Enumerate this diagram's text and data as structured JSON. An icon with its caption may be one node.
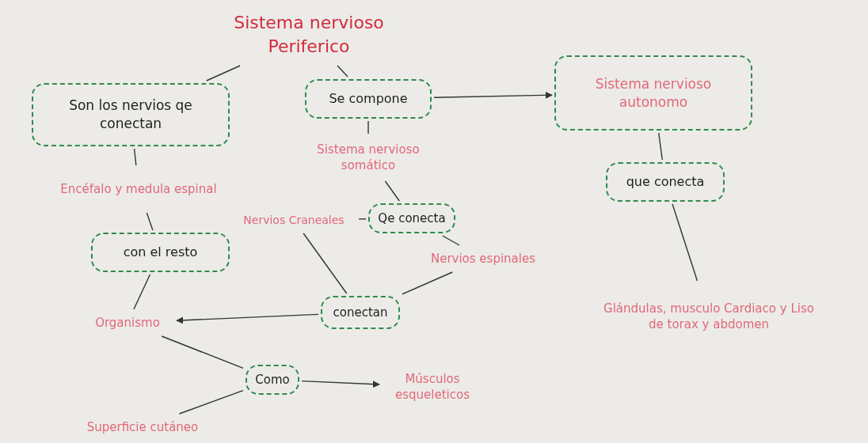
{
  "diagram": {
    "nodes": [
      {
        "text": [
          "Sistema nervioso Periferico"
        ]
      },
      {
        "text": [
          "Son los nervios qe conectan"
        ]
      },
      {
        "text": [
          "Se compone"
        ]
      },
      {
        "text": [
          "Sistema nervioso autonomo"
        ]
      },
      {
        "text": [
          "Encéfalo y medula espinal"
        ]
      },
      {
        "text": [
          "Sistema nervioso somático"
        ]
      },
      {
        "text": [
          "que conecta"
        ]
      },
      {
        "text": [
          "Nervios Craneales"
        ]
      },
      {
        "text": [
          "Qe conecta"
        ]
      },
      {
        "text": [
          "Nervios espinales"
        ]
      },
      {
        "text": [
          "con el resto"
        ]
      },
      {
        "text": [
          "Glándulas, musculo Cardiaco y Liso de torax y abdomen"
        ]
      },
      {
        "text": [
          "conectan"
        ]
      },
      {
        "text": [
          "Organismo"
        ]
      },
      {
        "text": [
          "Como"
        ]
      },
      {
        "text": [
          "Músculos esqueleticos"
        ]
      },
      {
        "text": [
          "Superficie cutáneo"
        ]
      }
    ],
    "edges": [
      {
        "from": 0,
        "to": 1,
        "arrow": "none"
      },
      {
        "from": 0,
        "to": 2,
        "arrow": "none"
      },
      {
        "from": 2,
        "to": 3,
        "arrow": "to"
      },
      {
        "from": 1,
        "to": 4,
        "arrow": "none"
      },
      {
        "from": 2,
        "to": 5,
        "arrow": "none"
      },
      {
        "from": 3,
        "to": 6,
        "arrow": "none"
      },
      {
        "from": 5,
        "to": 8,
        "arrow": "none"
      },
      {
        "from": 8,
        "to": 7,
        "arrow": "none"
      },
      {
        "from": 8,
        "to": 9,
        "arrow": "none"
      },
      {
        "from": 4,
        "to": 10,
        "arrow": "none"
      },
      {
        "from": 6,
        "to": 11,
        "arrow": "none"
      },
      {
        "from": 7,
        "to": 12,
        "arrow": "none"
      },
      {
        "from": 9,
        "to": 12,
        "arrow": "none"
      },
      {
        "from": 12,
        "to": 13,
        "arrow": "to"
      },
      {
        "from": 10,
        "to": 13,
        "arrow": "none"
      },
      {
        "from": 13,
        "to": 14,
        "arrow": "none"
      },
      {
        "from": 14,
        "to": 15,
        "arrow": "to"
      },
      {
        "from": 14,
        "to": 16,
        "arrow": "none"
      }
    ]
  }
}
